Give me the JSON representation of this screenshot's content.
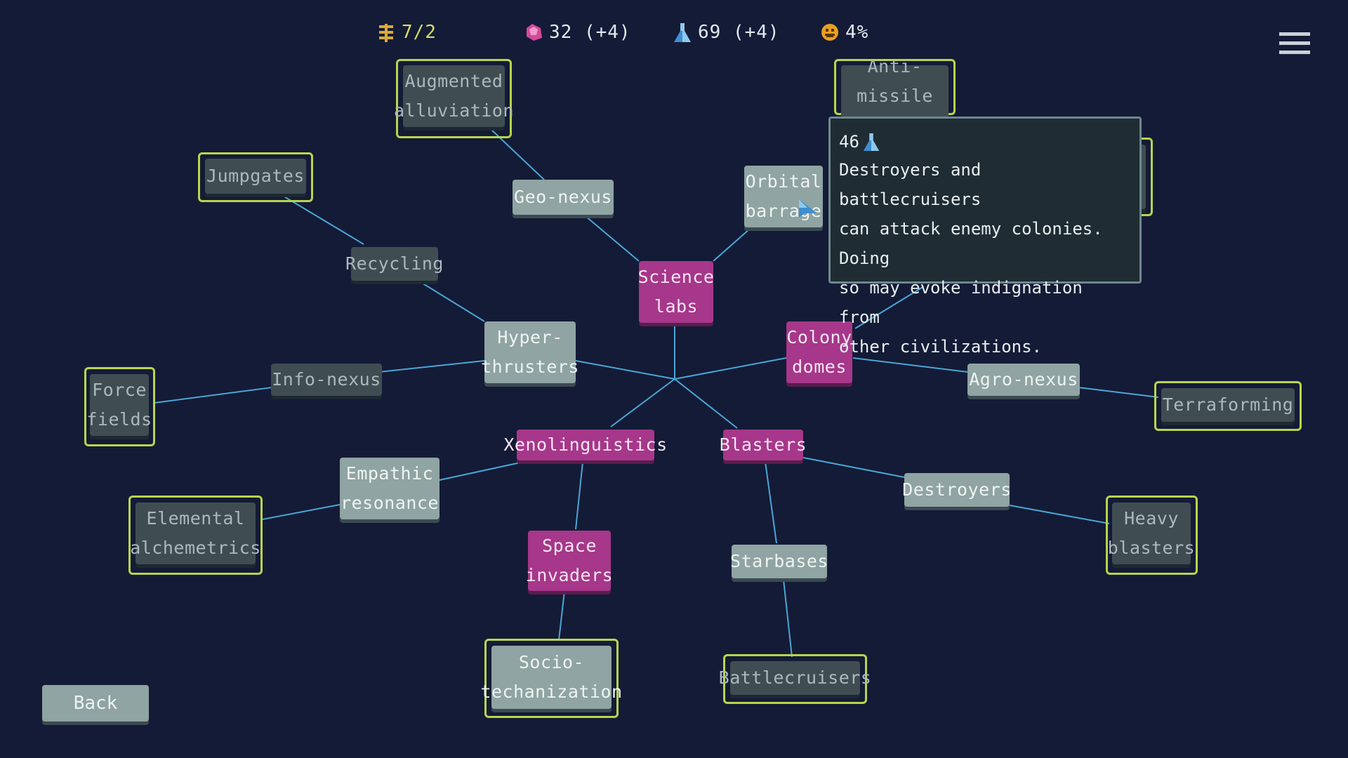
{
  "hud": {
    "food": "7/2",
    "gems": "32 (+4)",
    "science": "69 (+4)",
    "happiness": "4%"
  },
  "colors": {
    "background": "#141b36",
    "edge": "#4aa6d6",
    "researched": "#a6378a",
    "available": "#8fa4a3",
    "locked": "#3f4d52",
    "frontier_frame": "#b9d44c",
    "food_text": "#d8dc6a"
  },
  "tech_tree": {
    "nodes": [
      {
        "id": "augmented-alluviation",
        "label": "Augmented\nalluviation",
        "state": "locked",
        "framed": true
      },
      {
        "id": "anti-missile-system",
        "label": "Anti-missile\nsystem",
        "state": "locked",
        "framed": true
      },
      {
        "id": "jumpgates",
        "label": "Jumpgates",
        "state": "locked",
        "framed": true
      },
      {
        "id": "geo-nexus",
        "label": "Geo-nexus",
        "state": "available",
        "framed": false
      },
      {
        "id": "orbital-barrage",
        "label": "Orbital\nbarrage",
        "state": "available",
        "framed": false
      },
      {
        "id": "recycling",
        "label": "Recycling",
        "state": "locked",
        "framed": false
      },
      {
        "id": "science-labs",
        "label": "Science\nlabs",
        "state": "researched",
        "framed": false
      },
      {
        "id": "hyper-thrusters",
        "label": "Hyper-\nthrusters",
        "state": "available",
        "framed": false
      },
      {
        "id": "colony-domes",
        "label": "Colony\ndomes",
        "state": "researched",
        "framed": false
      },
      {
        "id": "info-nexus",
        "label": "Info-nexus",
        "state": "locked",
        "framed": false
      },
      {
        "id": "agro-nexus",
        "label": "Agro-nexus",
        "state": "available",
        "framed": false
      },
      {
        "id": "force-fields",
        "label": "Force\nfields",
        "state": "locked",
        "framed": true
      },
      {
        "id": "terraforming",
        "label": "Terraforming",
        "state": "locked",
        "framed": true
      },
      {
        "id": "xenolinguistics",
        "label": "Xenolinguistics",
        "state": "researched",
        "framed": false
      },
      {
        "id": "blasters",
        "label": "Blasters",
        "state": "researched",
        "framed": false
      },
      {
        "id": "empathic-resonance",
        "label": "Empathic\nresonance",
        "state": "available",
        "framed": false
      },
      {
        "id": "destroyers",
        "label": "Destroyers",
        "state": "available",
        "framed": false
      },
      {
        "id": "elemental-alchemetrics",
        "label": "Elemental\nalchemetrics",
        "state": "locked",
        "framed": true
      },
      {
        "id": "heavy-blasters",
        "label": "Heavy\nblasters",
        "state": "locked",
        "framed": true
      },
      {
        "id": "space-invaders",
        "label": "Space\ninvaders",
        "state": "researched",
        "framed": false
      },
      {
        "id": "starbases",
        "label": "Starbases",
        "state": "available",
        "framed": false
      },
      {
        "id": "socio-techanization",
        "label": "Socio-\ntechanization",
        "state": "available",
        "framed": true
      },
      {
        "id": "battlecruisers",
        "label": "Battlecruisers",
        "state": "locked",
        "framed": true
      },
      {
        "id": "hidden-right",
        "label": "",
        "state": "locked",
        "framed": true
      }
    ]
  },
  "tooltip": {
    "cost": "46",
    "cost_icon": "flask-icon",
    "description": "Destroyers and battlecruisers\ncan attack enemy colonies. Doing\nso may evoke indignation from\nother civilizations."
  },
  "buttons": {
    "back": "Back",
    "menu_icon": "hamburger-menu-icon"
  }
}
